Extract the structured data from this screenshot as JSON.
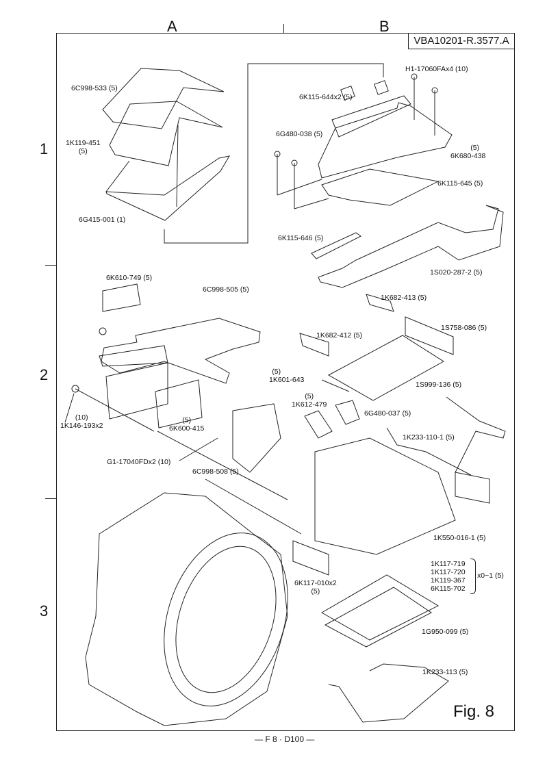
{
  "document": {
    "reference_code": "VBA10201-R.3577.A",
    "figure_label": "Fig. 8",
    "footer": "— F 8 · D100 —",
    "columns": [
      "A",
      "B"
    ],
    "rows": [
      "1",
      "2",
      "3"
    ]
  },
  "parts": {
    "p01": {
      "code": "6C998-533",
      "qty": "(5)",
      "text": "6C998-533 (5)"
    },
    "p02": {
      "code": "1K119-451",
      "qty": "(5)",
      "text": "1K119-451"
    },
    "p03": {
      "code": "6G415-001",
      "qty": "(1)",
      "text": "6G415-001 (1)"
    },
    "p04": {
      "code": "H1-17060FAx4",
      "qty": "(10)",
      "text": "H1-17060FAx4 (10)"
    },
    "p05": {
      "code": "6K115-644x2",
      "qty": "(5)",
      "text": "6K115-644x2 (5)"
    },
    "p06": {
      "code": "6G480-038",
      "qty": "(5)",
      "text": "6G480-038 (5)"
    },
    "p07": {
      "code": "6K680-438",
      "qty": "(5)",
      "text": "6K680-438"
    },
    "p08": {
      "code": "6K115-645",
      "qty": "(5)",
      "text": "6K115-645 (5)"
    },
    "p09": {
      "code": "6K115-646",
      "qty": "(5)",
      "text": "6K115-646 (5)"
    },
    "p10": {
      "code": "1S020-287-2",
      "qty": "(5)",
      "text": "1S020-287-2 (5)"
    },
    "p11": {
      "code": "6K610-749",
      "qty": "(5)",
      "text": "6K610-749 (5)"
    },
    "p12": {
      "code": "6C998-505",
      "qty": "(5)",
      "text": "6C998-505 (5)"
    },
    "p13": {
      "code": "1K682-413",
      "qty": "(5)",
      "text": "1K682-413 (5)"
    },
    "p14": {
      "code": "1S758-086",
      "qty": "(5)",
      "text": "1S758-086 (5)"
    },
    "p15": {
      "code": "1K682-412",
      "qty": "(5)",
      "text": "1K682-412 (5)"
    },
    "p16": {
      "code": "1K601-643",
      "qty": "(5)",
      "text": "1K601-643"
    },
    "p17": {
      "code": "1S999-136",
      "qty": "(5)",
      "text": "1S999-136 (5)"
    },
    "p18": {
      "code": "1K612-479",
      "qty": "(5)",
      "text": "1K612-479"
    },
    "p19": {
      "code": "6G480-037",
      "qty": "(5)",
      "text": "6G480-037 (5)"
    },
    "p20": {
      "code": "1K146-193x2",
      "qty": "(10)",
      "text": "1K146-193x2"
    },
    "p21": {
      "code": "6K600-415",
      "qty": "(5)",
      "text": "6K600-415"
    },
    "p22": {
      "code": "1K233-110-1",
      "qty": "(5)",
      "text": "1K233-110-1 (5)"
    },
    "p23": {
      "code": "G1-17040FDx2",
      "qty": "(10)",
      "text": "G1-17040FDx2 (10)"
    },
    "p24": {
      "code": "6C998-508",
      "qty": "(5)",
      "text": "6C998-508 (5)"
    },
    "p25": {
      "code": "1K550-016-1",
      "qty": "(5)",
      "text": "1K550-016-1 (5)"
    },
    "p26": {
      "code": "6K117-010x2",
      "qty": "(5)",
      "text": "6K117-010x2"
    },
    "p27": {
      "codes": [
        "1K117-719",
        "1K117-720",
        "1K119-367",
        "6K115-702"
      ],
      "qty": "x0~1 (5)"
    },
    "p28": {
      "code": "1G950-099",
      "qty": "(5)",
      "text": "1G950-099 (5)"
    },
    "p29": {
      "code": "1K233-113",
      "qty": "(5)",
      "text": "1K233-113 (5)"
    }
  }
}
